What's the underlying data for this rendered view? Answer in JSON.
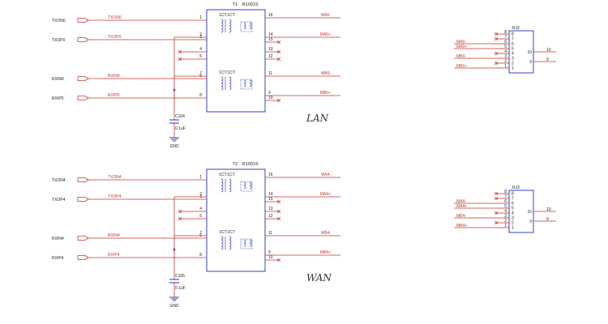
{
  "net_colors": {
    "wire": "#c0392b",
    "part": "#1f2fb8",
    "text": "#222222"
  },
  "sections": [
    {
      "id": "lan",
      "block_label": "LAN",
      "transformer": {
        "ref": "T1",
        "part": "B1001S",
        "coil_label": "1CT:1CT"
      },
      "inputs": [
        {
          "port": "TXON0",
          "net": "TXON0",
          "pin_left": "1"
        },
        {
          "port": "TXOP0",
          "net": "TXOP0",
          "pin_left": "3"
        },
        {
          "port": "RXIN0",
          "net": "RXIN0",
          "pin_left": "6"
        },
        {
          "port": "RXIP0",
          "net": "RXIP0",
          "pin_left": "8"
        }
      ],
      "outputs": [
        {
          "net": "MA0-",
          "pin_right": "16"
        },
        {
          "net": "MA0+",
          "pin_right": "14"
        },
        {
          "net": "MB0-",
          "pin_right": "11"
        },
        {
          "net": "MB0+",
          "pin_right": "9"
        }
      ],
      "cap": {
        "ref": "C104",
        "value": "0.1uF",
        "gnd": "GND"
      },
      "rj": {
        "ref": "RJ2",
        "nets": [
          "MA0-",
          "MA0+",
          "MB0-",
          "MB0+"
        ]
      }
    },
    {
      "id": "wan",
      "block_label": "WAN",
      "transformer": {
        "ref": "T2",
        "part": "B1001S",
        "coil_label": "1CT:1CT"
      },
      "inputs": [
        {
          "port": "TXON4",
          "net": "TXON4",
          "pin_left": "1"
        },
        {
          "port": "TXOP4",
          "net": "TXOP4",
          "pin_left": "3"
        },
        {
          "port": "RXIN4",
          "net": "RXIN4",
          "pin_left": "6"
        },
        {
          "port": "RXIP4",
          "net": "RXIP4",
          "pin_left": "8"
        }
      ],
      "outputs": [
        {
          "net": "MA4-",
          "pin_right": "16"
        },
        {
          "net": "MA4+",
          "pin_right": "14"
        },
        {
          "net": "MB4-",
          "pin_right": "11"
        },
        {
          "net": "MB4+",
          "pin_right": "9"
        }
      ],
      "cap": {
        "ref": "C105",
        "value": "0.1uF",
        "gnd": "GND"
      },
      "rj": {
        "ref": "RJ3",
        "nets": [
          "MA4-",
          "MA4+",
          "MB4-",
          "MB4+"
        ]
      }
    }
  ],
  "transformer_pins": {
    "left": [
      "2",
      "4",
      "5",
      "7"
    ],
    "right": [
      "15",
      "13",
      "12",
      "10"
    ]
  },
  "rj_pins": {
    "left": [
      "8",
      "7",
      "6",
      "5",
      "4",
      "3",
      "2",
      "1"
    ],
    "inner": [
      "8",
      "7",
      "6",
      "5",
      "4",
      "3",
      "2",
      "1"
    ],
    "right": [
      "10",
      "9"
    ],
    "right_inner": [
      "10",
      "9"
    ]
  }
}
